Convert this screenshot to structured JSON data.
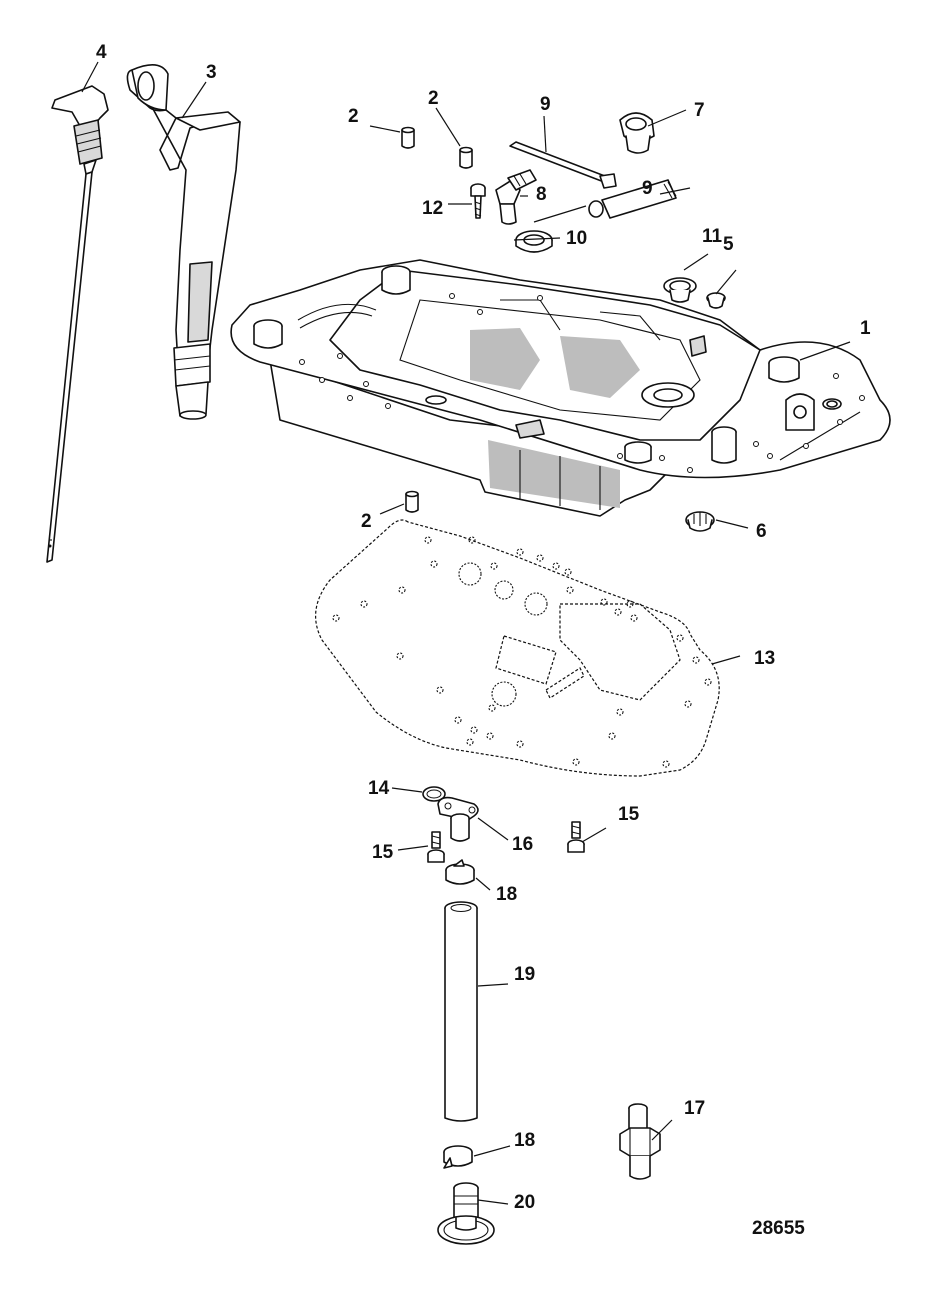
{
  "diagram_number": "28655",
  "callouts": [
    {
      "id": "c1",
      "label": "1"
    },
    {
      "id": "c2a",
      "label": "2"
    },
    {
      "id": "c2b",
      "label": "2"
    },
    {
      "id": "c2c",
      "label": "2"
    },
    {
      "id": "c3",
      "label": "3"
    },
    {
      "id": "c4",
      "label": "4"
    },
    {
      "id": "c5",
      "label": "5"
    },
    {
      "id": "c6",
      "label": "6"
    },
    {
      "id": "c7",
      "label": "7"
    },
    {
      "id": "c8",
      "label": "8"
    },
    {
      "id": "c9a",
      "label": "9"
    },
    {
      "id": "c9b",
      "label": "9"
    },
    {
      "id": "c10",
      "label": "10"
    },
    {
      "id": "c11",
      "label": "11"
    },
    {
      "id": "c12",
      "label": "12"
    },
    {
      "id": "c13",
      "label": "13"
    },
    {
      "id": "c14",
      "label": "14"
    },
    {
      "id": "c15a",
      "label": "15"
    },
    {
      "id": "c15b",
      "label": "15"
    },
    {
      "id": "c16",
      "label": "16"
    },
    {
      "id": "c17",
      "label": "17"
    },
    {
      "id": "c18a",
      "label": "18"
    },
    {
      "id": "c18b",
      "label": "18"
    },
    {
      "id": "c19",
      "label": "19"
    },
    {
      "id": "c20",
      "label": "20"
    }
  ]
}
